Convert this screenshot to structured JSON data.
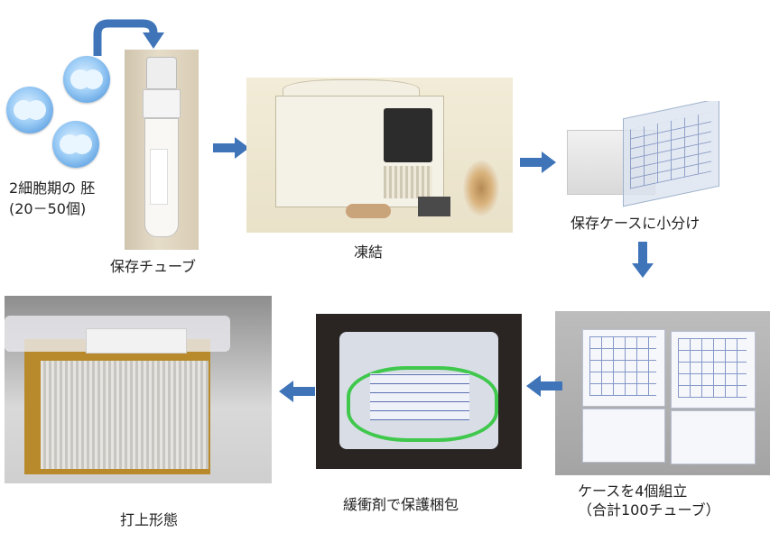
{
  "colors": {
    "arrow": "#3f74b9",
    "cell": "#4b93dc",
    "background": "#ffffff"
  },
  "icons": {
    "flow-arrow": "right/down/left arrow",
    "curved-arrow": "curved arrow into tube"
  },
  "steps": {
    "embryo": {
      "label_line1": "2細胞期の 胚",
      "label_line2": "(20－50個)"
    },
    "tube": {
      "label": "保存チューブ"
    },
    "freeze": {
      "label": "凍結"
    },
    "case": {
      "label": "保存ケースに小分け"
    },
    "assemble": {
      "label_line1": "ケースを4個組立",
      "label_line2": "（合計100チューブ）"
    },
    "pack": {
      "label": "緩衝剤で保護梱包"
    },
    "ship": {
      "label": "打上形態"
    }
  }
}
